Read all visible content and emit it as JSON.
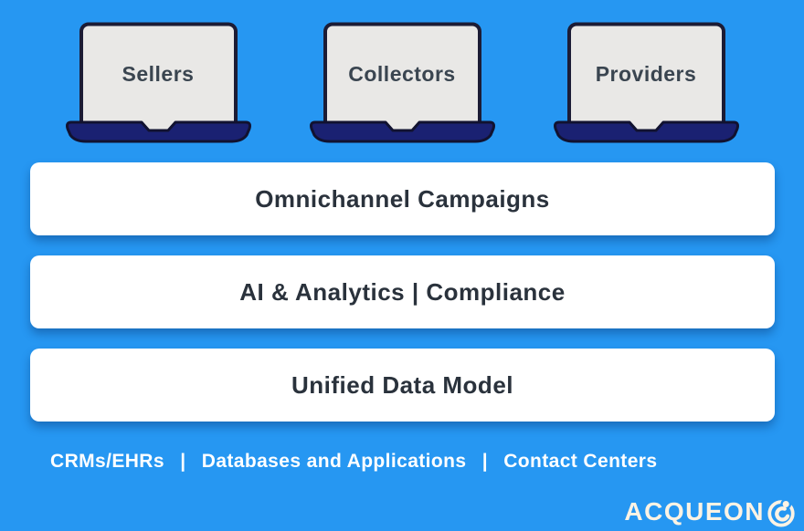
{
  "diagram_title": "Acqueon platform architecture diagram",
  "laptops": {
    "items": [
      {
        "label": "Sellers"
      },
      {
        "label": "Collectors"
      },
      {
        "label": "Providers"
      }
    ]
  },
  "layers": {
    "items": [
      {
        "label": "Omnichannel Campaigns"
      },
      {
        "label": "AI & Analytics | Compliance"
      },
      {
        "label": "Unified Data Model"
      }
    ]
  },
  "footer": {
    "items": [
      "CRMs/EHRs",
      "Databases and Applications",
      "Contact Centers"
    ],
    "separator": "|"
  },
  "logo": {
    "text": "ACQUEON",
    "mark": "acqueon-circle-mark"
  },
  "colors": {
    "background": "#2697f2",
    "laptop_screen": "#e9e8e6",
    "laptop_outline": "#15152e",
    "laptop_base": "#1a2172",
    "bar_background": "#ffffff",
    "bar_text": "#2a323c",
    "laptop_text": "#3a4550",
    "footer_text": "#ffffff",
    "logo_cream": "#fdf3e4"
  }
}
